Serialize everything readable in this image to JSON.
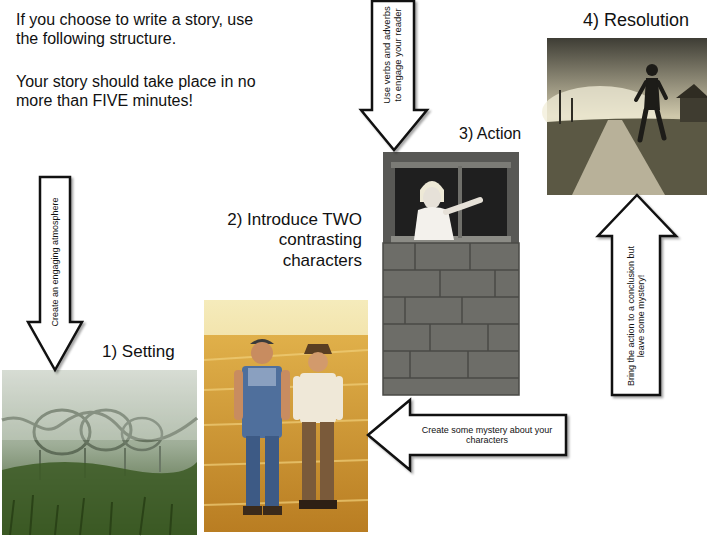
{
  "diagram": {
    "title": "If you choose to write a story, use the following structure.",
    "nodes": [
      {
        "text": [
          "Use verbs and adverbs to engage your reader"
        ]
      },
      {
        "text": [
          "Create an engaging atmosphere"
        ]
      },
      {
        "text": [
          "Bring the action to a conclusion but leave some mystery!"
        ]
      },
      {
        "text": [
          "Create some mystery about your characters"
        ]
      }
    ],
    "labels": [
      "Your story should take place in no more than FIVE minutes!",
      "4) Resolution",
      "3) Action",
      "2) Introduce TWO contrasting characters",
      "1) Setting"
    ]
  }
}
